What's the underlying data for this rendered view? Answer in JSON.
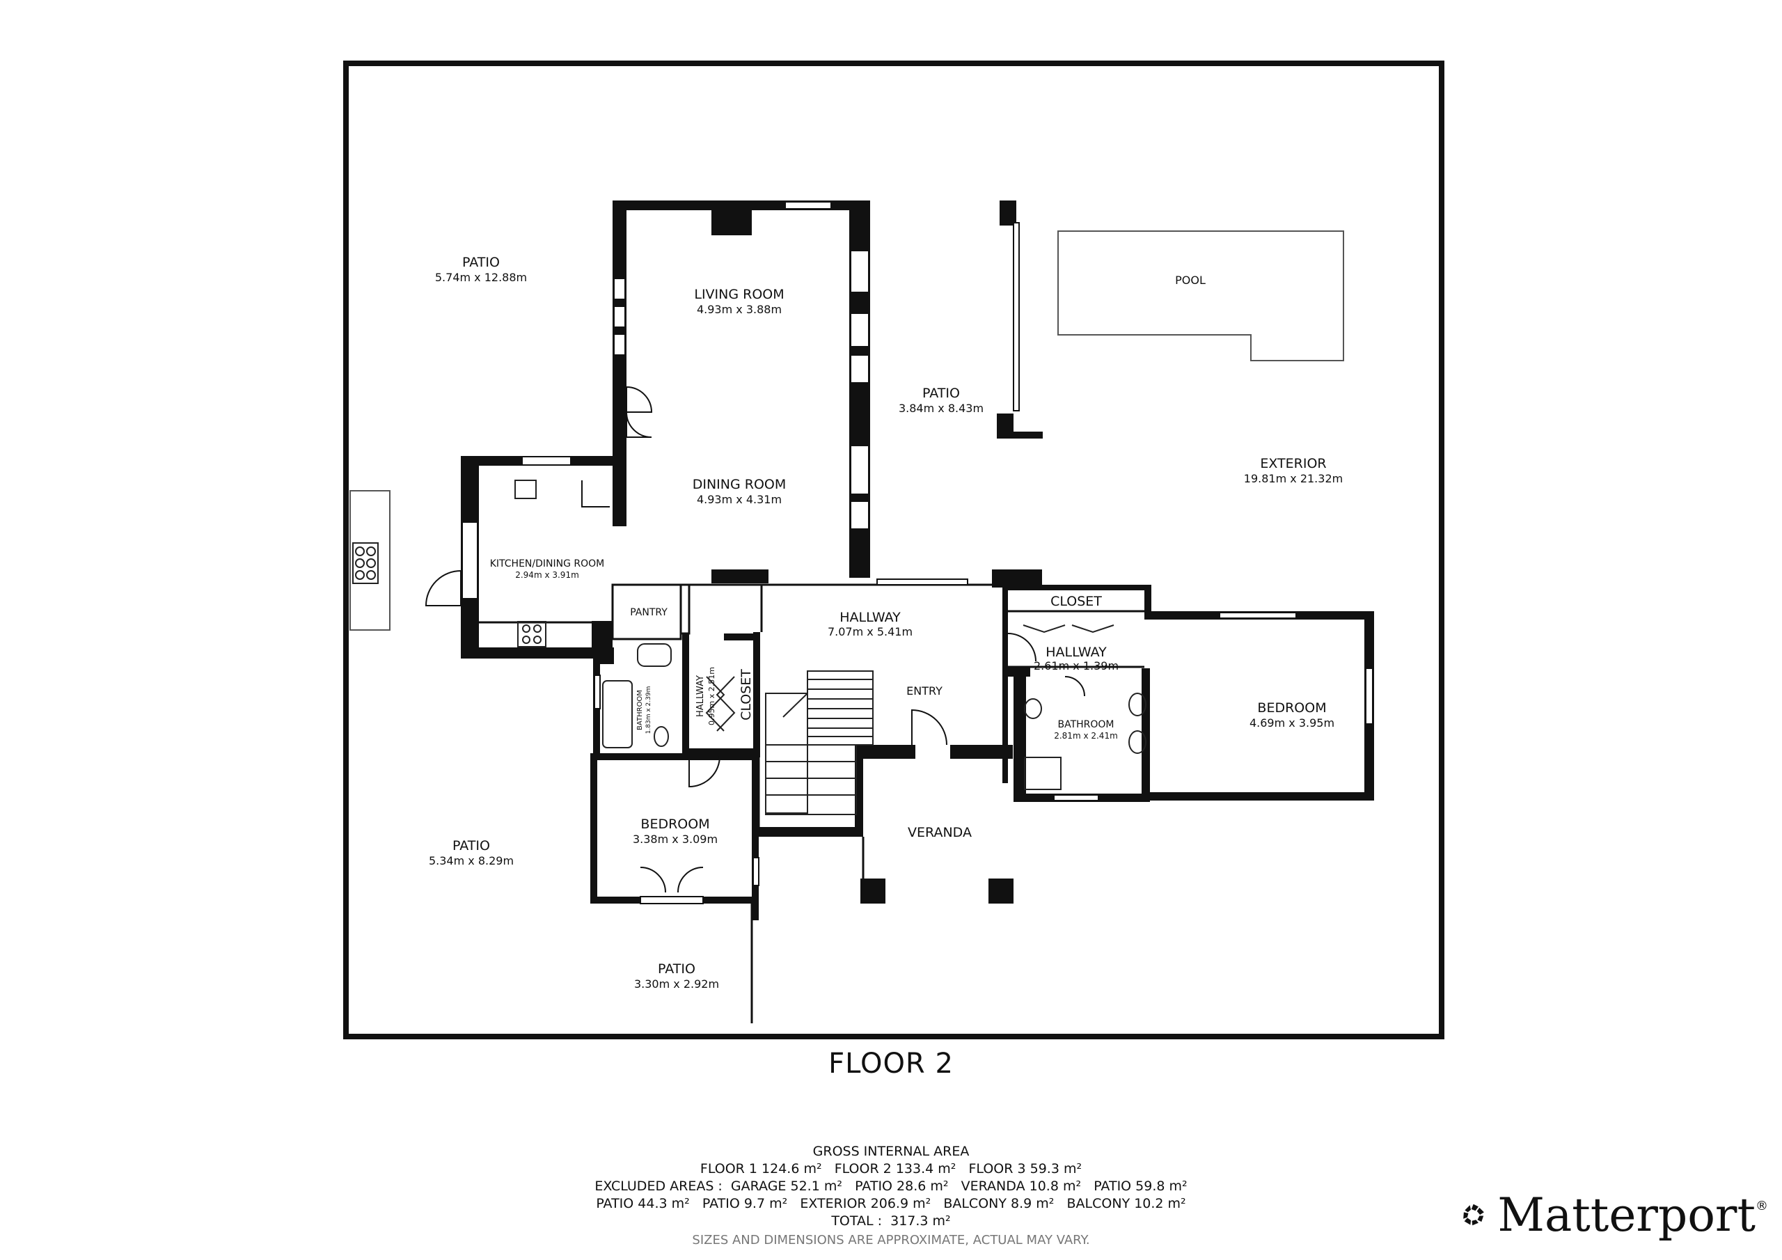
{
  "floor_title": "FLOOR 2",
  "rooms": {
    "patio_nw": {
      "name": "PATIO",
      "dims": "5.74m x 12.88m"
    },
    "living": {
      "name": "LIVING ROOM",
      "dims": "4.93m x 3.88m"
    },
    "dining": {
      "name": "DINING ROOM",
      "dims": "4.93m x 4.31m"
    },
    "patio_mid": {
      "name": "PATIO",
      "dims": "3.84m x 8.43m"
    },
    "pool": {
      "name": "POOL"
    },
    "exterior": {
      "name": "EXTERIOR",
      "dims": "19.81m x 21.32m"
    },
    "kitchen": {
      "name": "KITCHEN/DINING ROOM",
      "dims": "2.94m x 3.91m"
    },
    "pantry": {
      "name": "PANTRY"
    },
    "hallway_main": {
      "name": "HALLWAY",
      "dims": "7.07m x 5.41m"
    },
    "closet_right": {
      "name": "CLOSET"
    },
    "hallway_right": {
      "name": "HALLWAY",
      "dims": "2.61m x 1.39m"
    },
    "bedroom_right": {
      "name": "BEDROOM",
      "dims": "4.69m x 3.95m"
    },
    "bathroom_right": {
      "name": "BATHROOM",
      "dims": "2.81m x 2.41m"
    },
    "entry": {
      "name": "ENTRY"
    },
    "bathroom_small": {
      "name": "BATHROOM",
      "dims": "1.83m x 2.39m"
    },
    "hallway_small": {
      "name": "HALLWAY",
      "dims": "0.95m x 2.51m"
    },
    "closet_small": {
      "name": "CLOSET"
    },
    "bedroom_left": {
      "name": "BEDROOM",
      "dims": "3.38m x 3.09m"
    },
    "veranda": {
      "name": "VERANDA"
    },
    "patio_sw": {
      "name": "PATIO",
      "dims": "5.34m x 8.29m"
    },
    "patio_s": {
      "name": "PATIO",
      "dims": "3.30m x 2.92m"
    }
  },
  "area_summary": {
    "heading": "GROSS INTERNAL AREA",
    "line1": "FLOOR 1 124.6 m²   FLOOR 2 133.4 m²   FLOOR 3 59.3 m²",
    "line2": "EXCLUDED AREAS :  GARAGE 52.1 m²   PATIO 28.6 m²   VERANDA 10.8 m²   PATIO 59.8 m²",
    "line3": "PATIO 44.3 m²   PATIO 9.7 m²   EXTERIOR 206.9 m²   BALCONY 8.9 m²   BALCONY 10.2 m²",
    "total": "TOTAL :  317.3 m²",
    "disclaimer": "SIZES AND DIMENSIONS ARE APPROXIMATE, ACTUAL MAY VARY."
  },
  "brand": {
    "name": "Matterport",
    "mark": "®",
    "logo_icon": "matterport-logo-icon"
  }
}
